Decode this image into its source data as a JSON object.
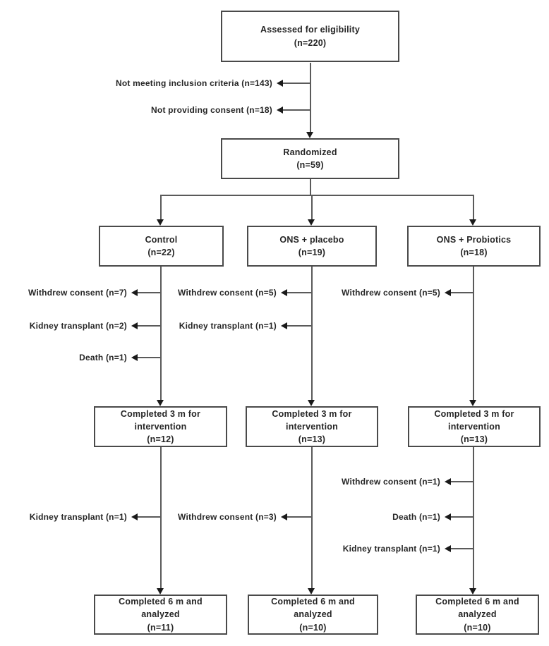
{
  "figure_type": "consort-flow-diagram",
  "colors": {
    "background": "#ffffff",
    "box_border": "#4a4a4a",
    "line": "#5a5a5a",
    "arrow": "#1a1a1a",
    "text": "#262626"
  },
  "boxes": {
    "assessed": "Assessed for eligibility\n(n=220)",
    "randomized": "Randomized\n(n=59)",
    "arm_control": "Control\n(n=22)",
    "arm_placebo": "ONS + placebo\n(n=19)",
    "arm_probiotics": "ONS + Probiotics\n(n=18)",
    "m3_control": "Completed 3 m for\nintervention\n(n=12)",
    "m3_placebo": "Completed 3 m for\nintervention\n(n=13)",
    "m3_probiotics": "Completed 3 m for\nintervention\n(n=13)",
    "m6_control": "Completed 6 m and\nanalyzed\n(n=11)",
    "m6_placebo": "Completed 6 m and\nanalyzed\n(n=10)",
    "m6_probiotics": "Completed 6 m and\nanalyzed\n(n=10)"
  },
  "exclusions": {
    "screening": [
      "Not meeting inclusion criteria (n=143)",
      "Not providing consent (n=18)"
    ],
    "intervention_phase": {
      "control": [
        "Withdrew consent (n=7)",
        "Kidney transplant (n=2)",
        "Death (n=1)"
      ],
      "ons_placebo": [
        "Withdrew consent (n=5)",
        "Kidney transplant (n=1)"
      ],
      "ons_probiotics": [
        "Withdrew consent (n=5)"
      ]
    },
    "followup_phase": {
      "control": [
        "Kidney transplant (n=1)"
      ],
      "ons_placebo": [
        "Withdrew consent (n=3)"
      ],
      "ons_probiotics": [
        "Withdrew consent (n=1)",
        "Death (n=1)",
        "Kidney transplant (n=1)"
      ]
    }
  }
}
